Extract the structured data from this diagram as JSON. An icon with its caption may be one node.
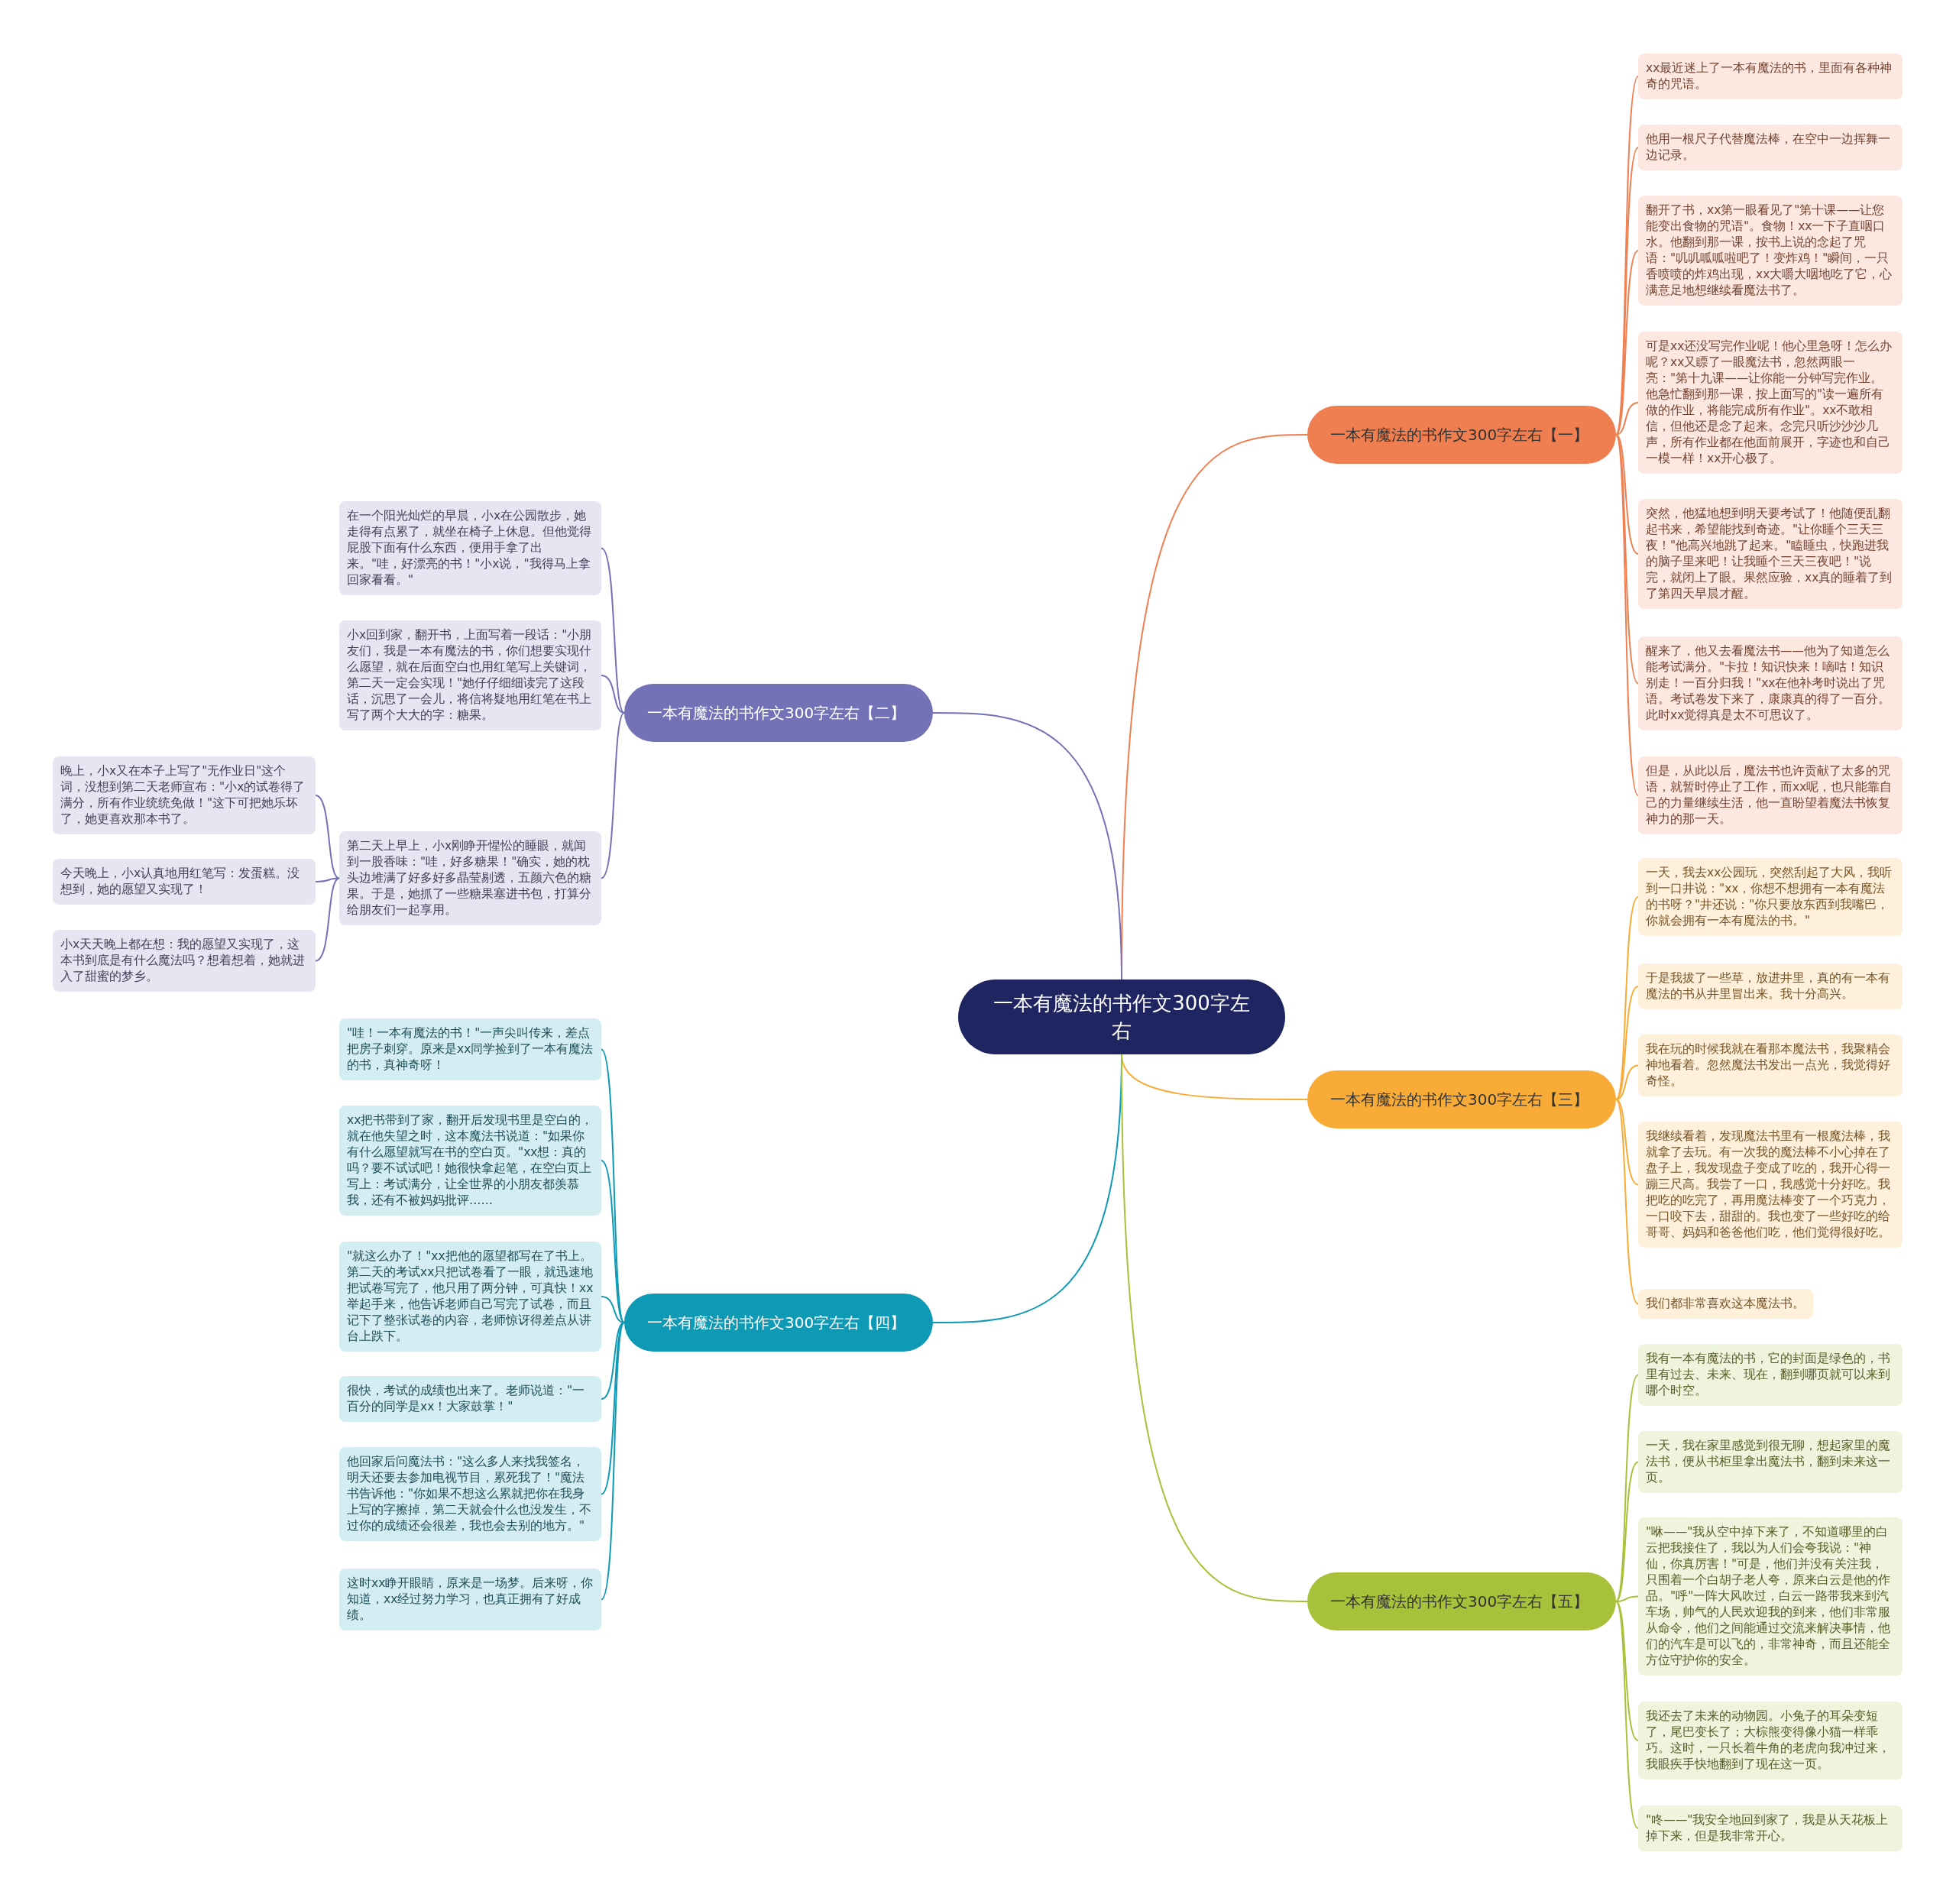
{
  "diagram": {
    "nodes": [
      {
        "text": [
          "一本有魔法的书作文300字左右"
        ]
      },
      {
        "text": [
          "一本有魔法的书作文300字左右【一】"
        ]
      },
      {
        "text": [
          "xx最近迷上了一本有魔法的书，里面有各种神奇的咒语。"
        ]
      },
      {
        "text": [
          "他用一根尺子代替魔法棒，在空中一边挥舞一边记录。"
        ]
      },
      {
        "text": [
          "翻开了书，xx第一眼看见了\"第十课——让您能变出食物的咒语\"。食物！xx一下子直咽口水。他翻到那一课，按书上说的念起了咒语：\"叽叽呱呱啦吧了！变炸鸡！\"瞬间，一只香喷喷的炸鸡出现，xx大嚼大咽地吃了它，心满意足地想继续看魔法书了。"
        ]
      },
      {
        "text": [
          "可是xx还没写完作业呢！他心里急呀！怎么办呢？xx又瞟了一眼魔法书，忽然两眼一亮：\"第十九课——让你能一分钟写完作业。他急忙翻到那一课，按上面写的\"读一遍所有做的作业，将能完成所有作业\"。xx不敢相信，但他还是念了起来。念完只听沙沙沙几声，所有作业都在他面前展开，字迹也和自己一模一样！xx开心极了。"
        ]
      },
      {
        "text": [
          "突然，他猛地想到明天要考试了！他随便乱翻起书来，希望能找到奇迹。\"让你睡个三天三夜！\"他高兴地跳了起来。\"瞌睡虫，快跑进我的脑子里来吧！让我睡个三天三夜吧！\"说完，就闭上了眼。果然应验，xx真的睡着了到了第四天早晨才醒。"
        ]
      },
      {
        "text": [
          "醒来了，他又去看魔法书——他为了知道怎么能考试满分。\"卡拉！知识快来！嘀咕！知识别走！一百分归我！\"xx在他补考时说出了咒语。考试卷发下来了，康康真的得了一百分。此时xx觉得真是太不可思议了。"
        ]
      },
      {
        "text": [
          "但是，从此以后，魔法书也许贡献了太多的咒语，就暂时停止了工作，而xx呢，也只能靠自己的力量继续生活，他一直盼望着魔法书恢复神力的那一天。"
        ]
      },
      {
        "text": [
          "一本有魔法的书作文300字左右【二】"
        ]
      },
      {
        "text": [
          "在一个阳光灿烂的早晨，小x在公园散步，她走得有点累了，就坐在椅子上休息。但他觉得屁股下面有什么东西，便用手拿了出来。\"哇，好漂亮的书！\"小x说，\"我得马上拿回家看看。\""
        ]
      },
      {
        "text": [
          "小x回到家，翻开书，上面写着一段话：\"小朋友们，我是一本有魔法的书，你们想要实现什么愿望，就在后面空白也用红笔写上关键词，第二天一定会实现！\"她仔仔细细读完了这段话，沉思了一会儿，将信将疑地用红笔在书上写了两个大大的字：糖果。"
        ]
      },
      {
        "text": [
          "第二天上早上，小x刚睁开惺忪的睡眼，就闻到一股香味：\"哇，好多糖果！\"确实，她的枕头边堆满了好多好多晶莹剔透，五颜六色的糖果。于是，她抓了一些糖果塞进书包，打算分给朋友们一起享用。"
        ]
      },
      {
        "text": [
          "晚上，小x又在本子上写了\"无作业日\"这个词，没想到第二天老师宣布：\"小x的试卷得了满分，所有作业统统免做！\"这下可把她乐坏了，她更喜欢那本书了。"
        ]
      },
      {
        "text": [
          "今天晚上，小x认真地用红笔写：发蛋糕。没想到，她的愿望又实现了！"
        ]
      },
      {
        "text": [
          "小x天天晚上都在想：我的愿望又实现了，这本书到底是有什么魔法吗？想着想着，她就进入了甜蜜的梦乡。"
        ]
      },
      {
        "text": [
          "一本有魔法的书作文300字左右【三】"
        ]
      },
      {
        "text": [
          "一天，我去xx公园玩，突然刮起了大风，我听到一口井说：\"xx，你想不想拥有一本有魔法的书呀？\"井还说：\"你只要放东西到我嘴巴，你就会拥有一本有魔法的书。\""
        ]
      },
      {
        "text": [
          "于是我拔了一些草，放进井里，真的有一本有魔法的书从井里冒出来。我十分高兴。"
        ]
      },
      {
        "text": [
          "我在玩的时候我就在看那本魔法书，我聚精会神地看着。忽然魔法书发出一点光，我觉得好奇怪。"
        ]
      },
      {
        "text": [
          "我继续看着，发现魔法书里有一根魔法棒，我就拿了去玩。有一次我的魔法棒不小心掉在了盘子上，我发现盘子变成了吃的，我开心得一蹦三尺高。我尝了一口，我感觉十分好吃。我把吃的吃完了，再用魔法棒变了一个巧克力，一口咬下去，甜甜的。我也变了一些好吃的给哥哥、妈妈和爸爸他们吃，他们觉得很好吃。"
        ]
      },
      {
        "text": [
          "我们都非常喜欢这本魔法书。"
        ]
      },
      {
        "text": [
          "一本有魔法的书作文300字左右【四】"
        ]
      },
      {
        "text": [
          "\"哇！一本有魔法的书！\"一声尖叫传来，差点把房子刺穿。原来是xx同学捡到了一本有魔法的书，真神奇呀！"
        ]
      },
      {
        "text": [
          "xx把书带到了家，翻开后发现书里是空白的，就在他失望之时，这本魔法书说道：\"如果你有什么愿望就写在书的空白页。\"xx想：真的吗？要不试试吧！她很快拿起笔，在空白页上写上：考试满分，让全世界的小朋友都羡慕我，还有不被妈妈批评……"
        ]
      },
      {
        "text": [
          "\"就这么办了！\"xx把他的愿望都写在了书上。第二天的考试xx只把试卷看了一眼，就迅速地把试卷写完了，他只用了两分钟，可真快！xx举起手来，他告诉老师自己写完了试卷，而且记下了整张试卷的内容，老师惊讶得差点从讲台上跌下。"
        ]
      },
      {
        "text": [
          "很快，考试的成绩也出来了。老师说道：\"一百分的同学是xx！大家鼓掌！\""
        ]
      },
      {
        "text": [
          "他回家后问魔法书：\"这么多人来找我签名，明天还要去参加电视节目，累死我了！\"魔法书告诉他：\"你如果不想这么累就把你在我身上写的字擦掉，第二天就会什么也没发生，不过你的成绩还会很差，我也会去别的地方。\""
        ]
      },
      {
        "text": [
          "这时xx睁开眼睛，原来是一场梦。后来呀，你知道，xx经过努力学习，也真正拥有了好成绩。"
        ]
      },
      {
        "text": [
          "一本有魔法的书作文300字左右【五】"
        ]
      },
      {
        "text": [
          "我有一本有魔法的书，它的封面是绿色的，书里有过去、未来、现在，翻到哪页就可以来到哪个时空。"
        ]
      },
      {
        "text": [
          "一天，我在家里感觉到很无聊，想起家里的魔法书，便从书柜里拿出魔法书，翻到未来这一页。"
        ]
      },
      {
        "text": [
          "\"咻——\"我从空中掉下来了，不知道哪里的白云把我接住了，我以为人们会夸我说：\"神仙，你真厉害！\"可是，他们并没有关注我，只围着一个白胡子老人夸，原来白云是他的作品。\"呼\"一阵大风吹过，白云一路带我来到汽车场，帅气的人民欢迎我的到来，他们非常服从命令，他们之间能通过交流来解决事情，他们的汽车是可以飞的，非常神奇，而且还能全方位守护你的安全。"
        ]
      },
      {
        "text": [
          "我还去了未来的动物园。小兔子的耳朵变短了，尾巴变长了；大棕熊变得像小猫一样乖巧。这时，一只长着牛角的老虎向我冲过来，我眼疾手快地翻到了现在这一页。"
        ]
      },
      {
        "text": [
          "\"咚——\"我安全地回到家了，我是从天花板上掉下来，但是我非常开心。"
        ]
      }
    ],
    "edges": [
      {
        "from": 0,
        "to": 1,
        "arrow": "none",
        "color": "#ef7f51"
      },
      {
        "from": 1,
        "to": 2,
        "arrow": "none",
        "color": "#ef7f51"
      },
      {
        "from": 1,
        "to": 3,
        "arrow": "none",
        "color": "#ef7f51"
      },
      {
        "from": 1,
        "to": 4,
        "arrow": "none",
        "color": "#ef7f51"
      },
      {
        "from": 1,
        "to": 5,
        "arrow": "none",
        "color": "#ef7f51"
      },
      {
        "from": 1,
        "to": 6,
        "arrow": "none",
        "color": "#ef7f51"
      },
      {
        "from": 1,
        "to": 7,
        "arrow": "none",
        "color": "#ef7f51"
      },
      {
        "from": 1,
        "to": 8,
        "arrow": "none",
        "color": "#ef7f51"
      },
      {
        "from": 0,
        "to": 9,
        "arrow": "none",
        "color": "#7472b7"
      },
      {
        "from": 9,
        "to": 10,
        "arrow": "none",
        "color": "#7472b7"
      },
      {
        "from": 9,
        "to": 11,
        "arrow": "none",
        "color": "#7472b7"
      },
      {
        "from": 9,
        "to": 12,
        "arrow": "none",
        "color": "#7472b7"
      },
      {
        "from": 12,
        "to": 13,
        "arrow": "none",
        "color": "#7472b7"
      },
      {
        "from": 12,
        "to": 14,
        "arrow": "none",
        "color": "#7472b7"
      },
      {
        "from": 12,
        "to": 15,
        "arrow": "none",
        "color": "#7472b7"
      },
      {
        "from": 0,
        "to": 16,
        "arrow": "none",
        "color": "#f8ab37"
      },
      {
        "from": 16,
        "to": 17,
        "arrow": "none",
        "color": "#f8ab37"
      },
      {
        "from": 16,
        "to": 18,
        "arrow": "none",
        "color": "#f8ab37"
      },
      {
        "from": 16,
        "to": 19,
        "arrow": "none",
        "color": "#f8ab37"
      },
      {
        "from": 16,
        "to": 20,
        "arrow": "none",
        "color": "#f8ab37"
      },
      {
        "from": 16,
        "to": 21,
        "arrow": "none",
        "color": "#f8ab37"
      },
      {
        "from": 0,
        "to": 22,
        "arrow": "none",
        "color": "#0e9ab5"
      },
      {
        "from": 22,
        "to": 23,
        "arrow": "none",
        "color": "#0e9ab5"
      },
      {
        "from": 22,
        "to": 24,
        "arrow": "none",
        "color": "#0e9ab5"
      },
      {
        "from": 22,
        "to": 25,
        "arrow": "none",
        "color": "#0e9ab5"
      },
      {
        "from": 22,
        "to": 26,
        "arrow": "none",
        "color": "#0e9ab5"
      },
      {
        "from": 22,
        "to": 27,
        "arrow": "none",
        "color": "#0e9ab5"
      },
      {
        "from": 22,
        "to": 28,
        "arrow": "none",
        "color": "#0e9ab5"
      },
      {
        "from": 0,
        "to": 29,
        "arrow": "none",
        "color": "#a8c13a"
      },
      {
        "from": 29,
        "to": 30,
        "arrow": "none",
        "color": "#a8c13a"
      },
      {
        "from": 29,
        "to": 31,
        "arrow": "none",
        "color": "#a8c13a"
      },
      {
        "from": 29,
        "to": 32,
        "arrow": "none",
        "color": "#a8c13a"
      },
      {
        "from": 29,
        "to": 33,
        "arrow": "none",
        "color": "#a8c13a"
      },
      {
        "from": 29,
        "to": 34,
        "arrow": "none",
        "color": "#a8c13a"
      }
    ]
  }
}
